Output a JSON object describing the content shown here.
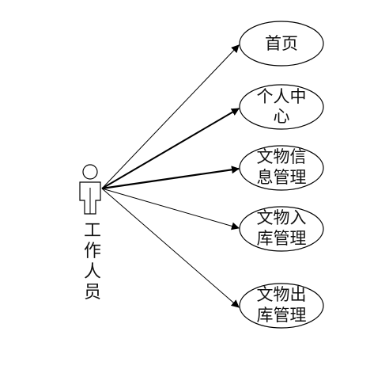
{
  "actor": {
    "label_lines": [
      "工",
      "作",
      "人",
      "员"
    ]
  },
  "use_cases": [
    {
      "lines": [
        "首页"
      ]
    },
    {
      "lines": [
        "个人中",
        "心"
      ]
    },
    {
      "lines": [
        "文物信",
        "息管理"
      ]
    },
    {
      "lines": [
        "文物入",
        "库管理"
      ]
    },
    {
      "lines": [
        "文物出",
        "库管理"
      ]
    }
  ]
}
